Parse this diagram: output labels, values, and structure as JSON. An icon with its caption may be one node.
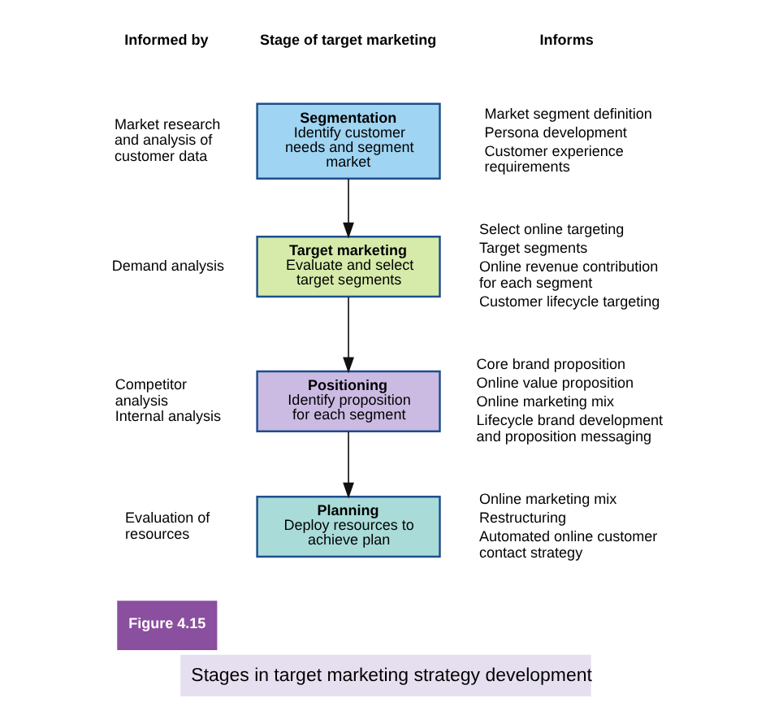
{
  "diagram": {
    "caption": "Stages in target marketing strategy development",
    "nodes": [
      {
        "text": [
          "Segmentation",
          "Identify customer needs and segment market"
        ]
      },
      {
        "text": [
          "Target marketing",
          "Evaluate and select target segments"
        ]
      },
      {
        "text": [
          "Positioning",
          "Identify proposition for each segment"
        ]
      },
      {
        "text": [
          "Planning",
          "Deploy resources to achieve plan"
        ]
      }
    ],
    "edges": [
      {
        "from": 0,
        "to": 1,
        "arrow": "to"
      },
      {
        "from": 1,
        "to": 2,
        "arrow": "to"
      },
      {
        "from": 2,
        "to": 3,
        "arrow": "to"
      }
    ],
    "labels": [
      "Informed by",
      "Stage of target marketing",
      "Informs",
      "Market research and analysis of customer data",
      "Market segment definition",
      "Persona development",
      "Customer experience requirements",
      "Demand analysis",
      "Select online targeting",
      "Target segments",
      "Online revenue contribution for each segment",
      "Customer lifecycle targeting",
      "Competitor analysis",
      "Internal analysis",
      "Core brand proposition",
      "Online value proposition",
      "Online marketing mix",
      "Lifecycle brand development and proposition messaging",
      "Evaluation of resources",
      "Online marketing mix",
      "Restructuring",
      "Automated online customer contact strategy",
      "Figure 4.15"
    ]
  }
}
